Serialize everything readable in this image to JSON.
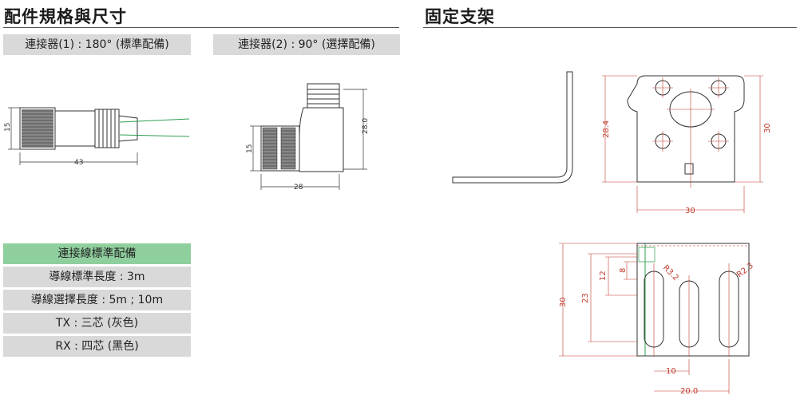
{
  "left_section": {
    "title": "配件規格與尺寸",
    "tab1": "連接器(1) : 180° (標準配備)",
    "tab2": "連接器(2) : 90° (選擇配備)",
    "dims1": {
      "h": "15",
      "w": "43"
    },
    "dims2": {
      "h": "15",
      "w": "28",
      "v": "28.0"
    }
  },
  "cable_table": {
    "header": "連接線標準配備",
    "rows": [
      "導線標準長度 : 3m",
      "導線選擇長度 : 5m ; 10m",
      "TX : 三芯 (灰色)",
      "RX : 四芯 (黑色)"
    ]
  },
  "right_section": {
    "title": "固定支架",
    "top_dims": {
      "left": "28.4",
      "right": "30",
      "bottom": "30"
    },
    "bottom_dims": {
      "h30": "30",
      "h23": "23",
      "h12": "12",
      "h8": "8",
      "r1": "R3.2",
      "r2": "R2.3",
      "w10": "10",
      "w20": "20.0"
    }
  },
  "colors": {
    "header_green": "#8fcf9e",
    "row_grey": "#d9d9d9",
    "dim_red": "#c0392b"
  }
}
